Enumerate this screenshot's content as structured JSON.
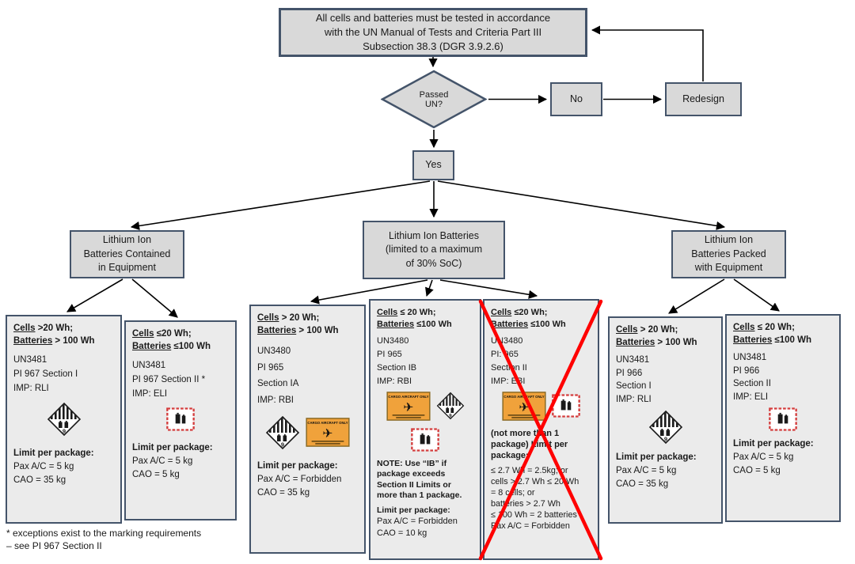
{
  "colors": {
    "border": "#44546a",
    "node_fill": "#d9d9d9",
    "detail_fill": "#ebebeb",
    "red_x": "#ff0000",
    "cao_orange": "#f0a23b"
  },
  "flow": {
    "title": "All cells and batteries must be tested in accordance\nwith the UN Manual of Tests and Criteria Part III\nSubsection 38.3 (DGR 3.9.2.6)",
    "decision": "Passed\nUN?",
    "no": "No",
    "redesign": "Redesign",
    "yes": "Yes"
  },
  "categories": {
    "contained": "Lithium Ion\nBatteries Contained\nin Equipment",
    "standalone": "Lithium Ion Batteries\n(limited to a maximum\nof 30% SoC)",
    "packed": "Lithium Ion\nBatteries Packed\nwith Equipment"
  },
  "icon_text": {
    "cargo": "CARGO AIRCRAFT ONLY",
    "class9_digit": "9"
  },
  "boxes": {
    "l1": {
      "cells_word": "Cells",
      "cells_rest": " >20 Wh;",
      "batteries_word": "Batteries",
      "batteries_rest": " > 100 Wh",
      "details": "UN3481\nPI 967 Section I\nIMP: RLI",
      "icons": [
        "class9-hazard-label"
      ],
      "limit_heading": "Limit per package:",
      "limits": "Pax A/C = 5 kg\nCAO = 35 kg"
    },
    "l2": {
      "cells_word": "Cells",
      "cells_rest": " ≤20 Wh;",
      "batteries_word": "Batteries",
      "batteries_rest": " ≤100 Wh",
      "details": "UN3481\nPI 967 Section II *\nIMP: ELI",
      "icons": [
        "lithium-battery-mark"
      ],
      "limit_heading": "Limit per package:",
      "limits": "Pax A/C = 5 kg\nCAO = 5 kg"
    },
    "c1": {
      "cells_word": "Cells",
      "cells_rest": " > 20 Wh;",
      "batteries_word": "Batteries",
      "batteries_rest": " > 100 Wh",
      "details": "UN3480\nPI 965\nSection IA\nIMP: RBI",
      "icons": [
        "class9-hazard-label",
        "cargo-aircraft-only-label"
      ],
      "limit_heading": "Limit per package:",
      "limits": "Pax A/C = Forbidden\nCAO = 35 kg"
    },
    "c2": {
      "cells_word": "Cells",
      "cells_rest": " ≤ 20 Wh;",
      "batteries_word": "Batteries",
      "batteries_rest": " ≤100 Wh",
      "details": "UN3480\nPI 965\nSection IB\nIMP: RBI",
      "icons": [
        "cargo-aircraft-only-label",
        "class9-hazard-label",
        "lithium-battery-mark"
      ],
      "note": "NOTE: Use “IB” if package exceeds Section II Limits or more than 1 package.",
      "limit_heading": "Limit per package:",
      "limits": "Pax A/C = Forbidden\nCAO = 10 kg"
    },
    "c3": {
      "cells_word": "Cells",
      "cells_rest": " ≤20 Wh;",
      "batteries_word": "Batteries",
      "batteries_rest": " ≤100 Wh",
      "details": "UN3480\nPI: 965\nSection II\nIMP: EBI",
      "icons": [
        "cargo-aircraft-only-label",
        "lithium-battery-mark"
      ],
      "note": "(not more than 1 package) Limit per package:",
      "limits": "≤ 2.7 Wh = 2.5kg; or\ncells > 2.7 Wh ≤ 20 Wh\n= 8 cells; or\nbatteries > 2.7 Wh\n≤ 100 Wh = 2 batteries\nPax A/C = Forbidden",
      "crossed_out": true
    },
    "r1": {
      "cells_word": "Cells",
      "cells_rest": " > 20 Wh;",
      "batteries_word": "Batteries",
      "batteries_rest": " > 100 Wh",
      "details": "UN3481\nPI 966\nSection I\nIMP: RLI",
      "icons": [
        "class9-hazard-label"
      ],
      "limit_heading": "Limit per package:",
      "limits": "Pax A/C = 5 kg\nCAO = 35 kg"
    },
    "r2": {
      "cells_word": "Cells",
      "cells_rest": " ≤ 20 Wh;",
      "batteries_word": "Batteries",
      "batteries_rest": " ≤100 Wh",
      "details": "UN3481\nPI 966\nSection II\nIMP: ELI",
      "icons": [
        "lithium-battery-mark"
      ],
      "limit_heading": "Limit per package:",
      "limits": "Pax A/C = 5 kg\nCAO = 5 kg"
    }
  },
  "footnote": "* exceptions exist to the marking requirements\n– see PI 967 Section II"
}
